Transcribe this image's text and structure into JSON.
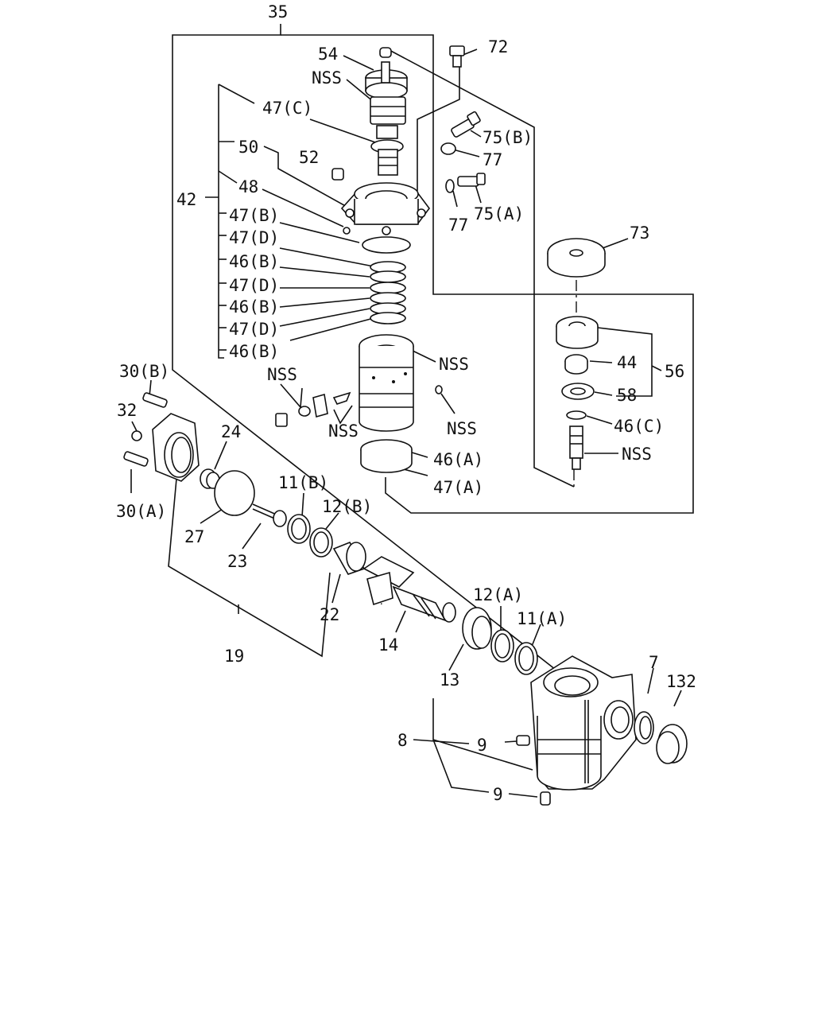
{
  "labels": {
    "l35": "35",
    "l54": "54",
    "l72": "72",
    "nss_top": "NSS",
    "l47c": "47(C)",
    "l75b": "75(B)",
    "l50": "50",
    "l52": "52",
    "l77a": "77",
    "l48": "48",
    "l42": "42",
    "l77b": "77",
    "l75a": "75(A)",
    "l47b": "47(B)",
    "l47d1": "47(D)",
    "l46b1": "46(B)",
    "l47d2": "47(D)",
    "l46b2": "46(B)",
    "l47d3": "47(D)",
    "l46b3": "46(B)",
    "l73": "73",
    "l44": "44",
    "l56": "56",
    "l58": "58",
    "l46c": "46(C)",
    "nss_right": "NSS",
    "nss_body": "NSS",
    "nss_left": "NSS",
    "nss_clip": "NSS",
    "nss_ball": "NSS",
    "l46a": "46(A)",
    "l47a": "47(A)",
    "l30b": "30(B)",
    "l32": "32",
    "l30a": "30(A)",
    "l24": "24",
    "l27": "27",
    "l23": "23",
    "l11b": "11(B)",
    "l12b": "12(B)",
    "l22": "22",
    "l19": "19",
    "l14": "14",
    "l12a": "12(A)",
    "l11a": "11(A)",
    "l13": "13",
    "l7": "7",
    "l132": "132",
    "l8": "8",
    "l9a": "9",
    "l9b": "9"
  }
}
